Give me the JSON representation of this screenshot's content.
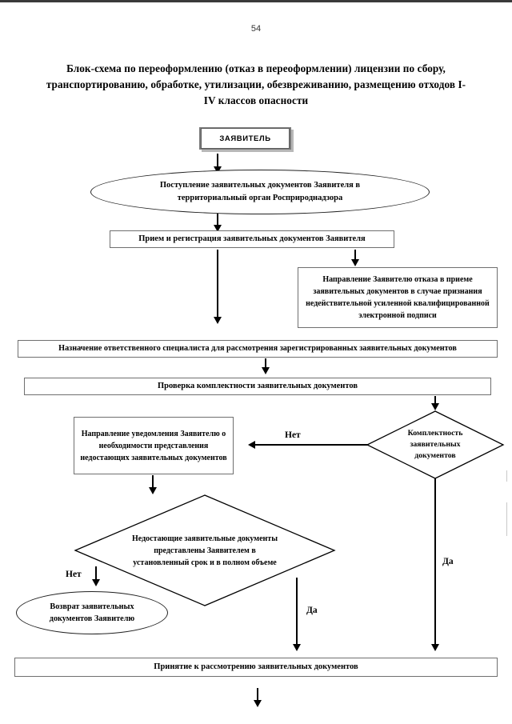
{
  "page": {
    "number": "54",
    "title": "Блок-схема по переоформлению (отказ в переоформлении) лицензии по сбору, транспортированию, обработке, утилизации, обезвреживанию, размещению отходов I-IV классов опасности"
  },
  "nodes": {
    "applicant": {
      "shape": "terminator",
      "label": "ЗАЯВИТЕЛЬ"
    },
    "submission": {
      "shape": "ellipse",
      "label": "Поступление заявительных документов Заявителя  в территориальный орган Росприроднадзора"
    },
    "registration": {
      "shape": "box",
      "label": "Прием и регистрация заявительных документов Заявителя"
    },
    "refusal_signature": {
      "shape": "box",
      "label": "Направление Заявителю отказа в приеме заявительных документов в случае признания недействительной усиленной квалифицированной электронной подписи"
    },
    "assign_specialist": {
      "shape": "box",
      "label": "Назначение ответственного специалиста для рассмотрения зарегистрированных заявительных документов"
    },
    "completeness_check": {
      "shape": "box",
      "label": "Проверка комплектности заявительных документов"
    },
    "notification": {
      "shape": "box",
      "label": "Направление уведомления Заявителю о необходимости представления недостающих заявительных документов"
    },
    "completeness_decision": {
      "shape": "diamond",
      "label": "Комплектность заявительных документов"
    },
    "missing_docs_decision": {
      "shape": "diamond",
      "label": "Недостающие заявительные документы  представлены Заявителем в установленный срок и в полном объеме"
    },
    "return_docs": {
      "shape": "ellipse",
      "label": "Возврат заявительных документов Заявителю"
    },
    "acceptance": {
      "shape": "box",
      "label": "Принятие к рассмотрению заявительных документов"
    }
  },
  "edge_labels": {
    "completeness_no": "Нет",
    "completeness_yes": "Да",
    "missing_no": "Нет",
    "missing_yes": "Да"
  }
}
